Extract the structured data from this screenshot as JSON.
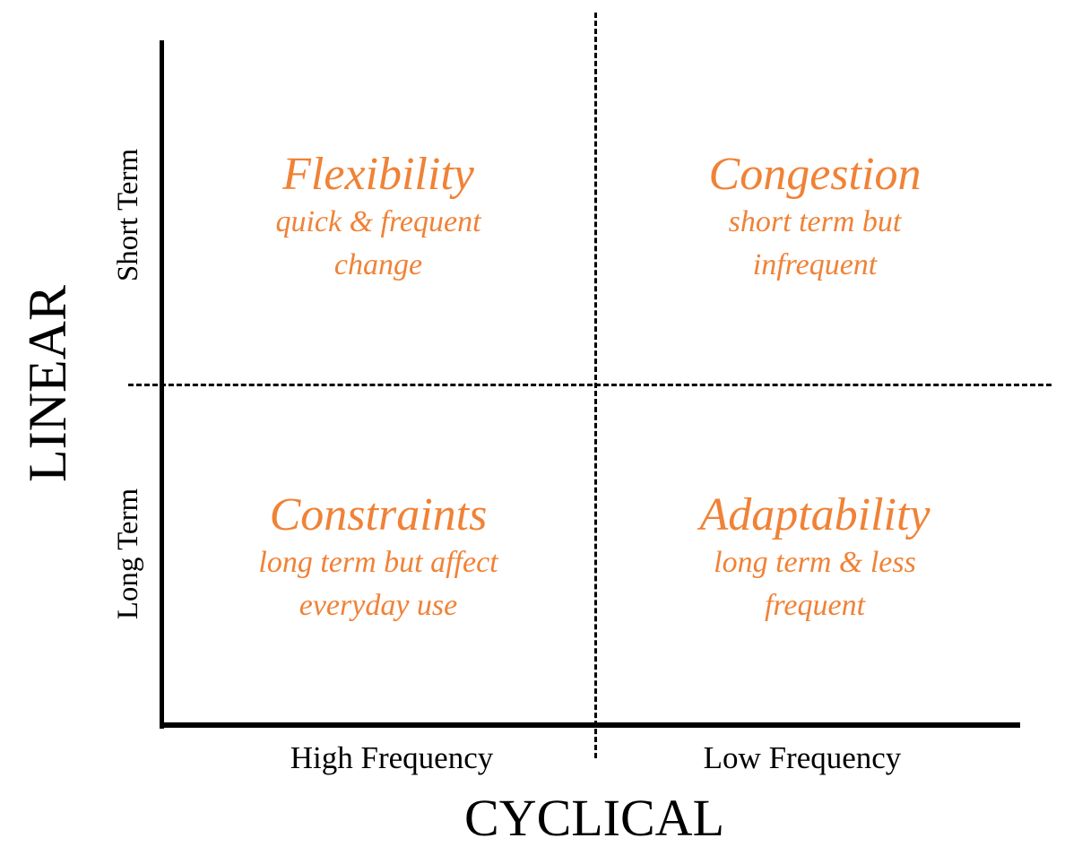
{
  "diagram": {
    "x_axis": {
      "title": "CYCLICAL",
      "categories": [
        "High Frequency",
        "Low Frequency"
      ]
    },
    "y_axis": {
      "title": "LINEAR",
      "categories": [
        "Short Term",
        "Long Term"
      ]
    },
    "quadrants": {
      "top_left": {
        "title": "Flexibility",
        "subtitle": "quick & frequent\nchange"
      },
      "top_right": {
        "title": "Congestion",
        "subtitle": "short term but\ninfrequent"
      },
      "bottom_left": {
        "title": "Constraints",
        "subtitle": "long term but affect\neveryday use"
      },
      "bottom_right": {
        "title": "Adaptability",
        "subtitle": "long term & less\nfrequent"
      }
    },
    "colors": {
      "quadrant_text": "#f08236",
      "axes": "#000000"
    }
  }
}
